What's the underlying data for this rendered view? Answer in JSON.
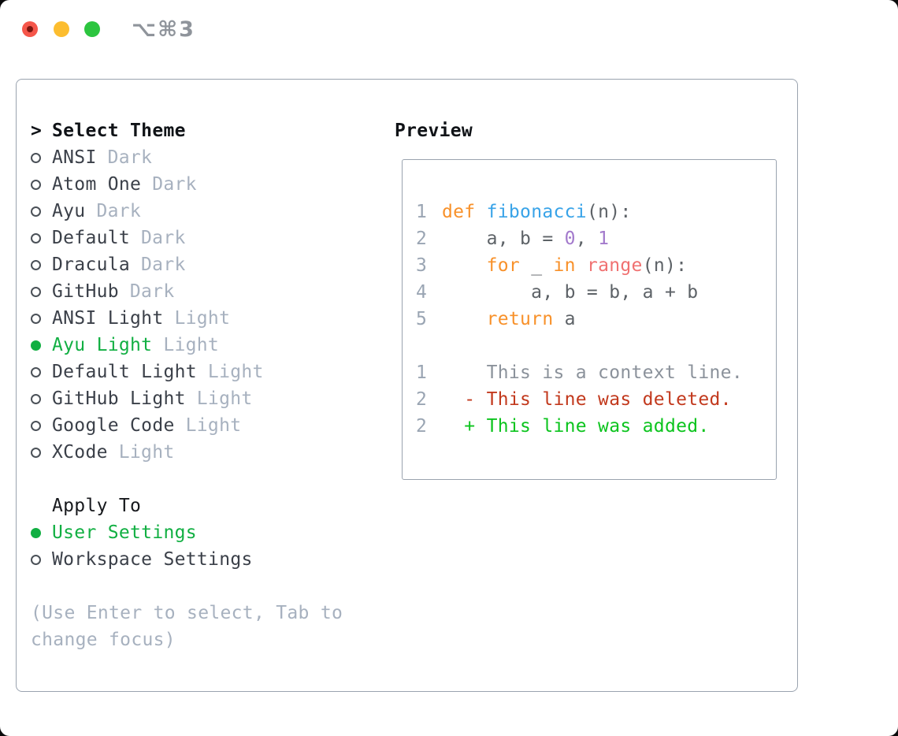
{
  "titlebar": {
    "title": "⌥⌘3"
  },
  "colors": {
    "accent_green": "#11af42",
    "diff_added": "#0cc41e",
    "diff_deleted": "#c2391d",
    "syntax_keyword": "#f8912a",
    "syntax_function": "#38a3e8",
    "syntax_number": "#a37acc",
    "syntax_special": "#f07171",
    "traffic_red": "#f5564a",
    "traffic_yellow": "#fcbd2f",
    "traffic_green": "#2cc53f"
  },
  "theme_selector": {
    "header_marker": ">",
    "header": "Select Theme",
    "themes": [
      {
        "name": "ANSI",
        "variant": "Dark",
        "selected": false
      },
      {
        "name": "Atom One",
        "variant": "Dark",
        "selected": false
      },
      {
        "name": "Ayu",
        "variant": "Dark",
        "selected": false
      },
      {
        "name": "Default",
        "variant": "Dark",
        "selected": false
      },
      {
        "name": "Dracula",
        "variant": "Dark",
        "selected": false
      },
      {
        "name": "GitHub",
        "variant": "Dark",
        "selected": false
      },
      {
        "name": "ANSI Light",
        "variant": "Light",
        "selected": false
      },
      {
        "name": "Ayu Light",
        "variant": "Light",
        "selected": true
      },
      {
        "name": "Default Light",
        "variant": "Light",
        "selected": false
      },
      {
        "name": "GitHub Light",
        "variant": "Light",
        "selected": false
      },
      {
        "name": "Google Code",
        "variant": "Light",
        "selected": false
      },
      {
        "name": "XCode",
        "variant": "Light",
        "selected": false
      }
    ],
    "apply_to": {
      "header": "Apply To",
      "options": [
        {
          "name": "User Settings",
          "selected": true
        },
        {
          "name": "Workspace Settings",
          "selected": false
        }
      ]
    },
    "help_lines": [
      "(Use Enter to select, Tab to",
      "change focus)"
    ]
  },
  "preview": {
    "header": "Preview",
    "code_lines": [
      {
        "num": "1",
        "segments": [
          {
            "text": "def",
            "color": "keyword"
          },
          {
            "text": " ",
            "color": "plain"
          },
          {
            "text": "fibonacci",
            "color": "function"
          },
          {
            "text": "(n):",
            "color": "plain"
          }
        ]
      },
      {
        "num": "2",
        "segments": [
          {
            "text": "    a, b = ",
            "color": "plain"
          },
          {
            "text": "0",
            "color": "number"
          },
          {
            "text": ", ",
            "color": "plain"
          },
          {
            "text": "1",
            "color": "number"
          }
        ]
      },
      {
        "num": "3",
        "segments": [
          {
            "text": "    ",
            "color": "plain"
          },
          {
            "text": "for",
            "color": "keyword"
          },
          {
            "text": " _ ",
            "color": "plain"
          },
          {
            "text": "in",
            "color": "keyword"
          },
          {
            "text": " ",
            "color": "plain"
          },
          {
            "text": "range",
            "color": "special"
          },
          {
            "text": "(n):",
            "color": "plain"
          }
        ]
      },
      {
        "num": "4",
        "segments": [
          {
            "text": "        a, b = b, a + b",
            "color": "plain"
          }
        ]
      },
      {
        "num": "5",
        "segments": [
          {
            "text": "    ",
            "color": "plain"
          },
          {
            "text": "return",
            "color": "keyword"
          },
          {
            "text": " a",
            "color": "plain"
          }
        ]
      },
      {
        "num": "",
        "segments": []
      },
      {
        "num": "1",
        "segments": [
          {
            "text": "    This is a context line.",
            "color": "context"
          }
        ]
      },
      {
        "num": "2",
        "segments": [
          {
            "text": "  - This line was deleted.",
            "color": "deleted"
          }
        ]
      },
      {
        "num": "2",
        "segments": [
          {
            "text": "  + This line was added.",
            "color": "added"
          }
        ]
      }
    ]
  }
}
